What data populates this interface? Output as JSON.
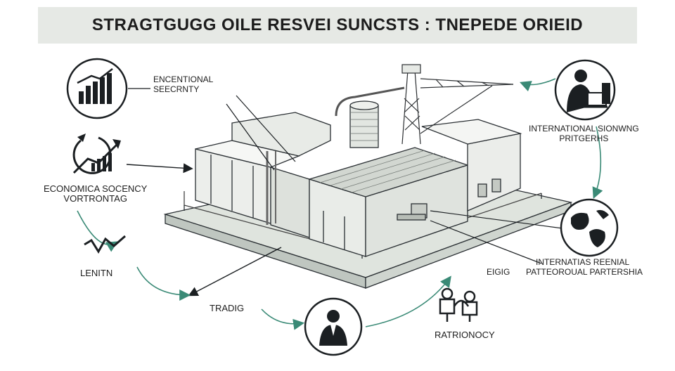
{
  "title": "STRAGTGUGG OILE RESVEI SUNCSTS : TNEPEDE ORIEID",
  "labels": {
    "top_left": [
      "ENCENTIONAL",
      "SEECRNTY"
    ],
    "left_mid": [
      "ECONOMICA SOCENCY",
      "VORTRONTAG"
    ],
    "left_low": "LENITN",
    "bottom_left": "TRADIG",
    "bottom_right": "RATRIONOCY",
    "right_top": [
      "INTERNATIONAL SIONWNG",
      "PRITGERHS"
    ],
    "right_mid_a": "INTERNATIAS REENIAL",
    "right_mid_b": "PATTEOROUAL PARTERSHIA",
    "center_small": "EIGIG"
  },
  "icons": [
    "bar-chart-icon",
    "growth-arrow-icon",
    "zigzag-icon",
    "businessman-icon",
    "globe-icon",
    "partnership-icon",
    "person-laptop-icon",
    "oil-refinery-illustration"
  ],
  "colors": {
    "accent": "#3a8a76",
    "ink": "#1b1f22",
    "banner": "#e6e9e5"
  }
}
